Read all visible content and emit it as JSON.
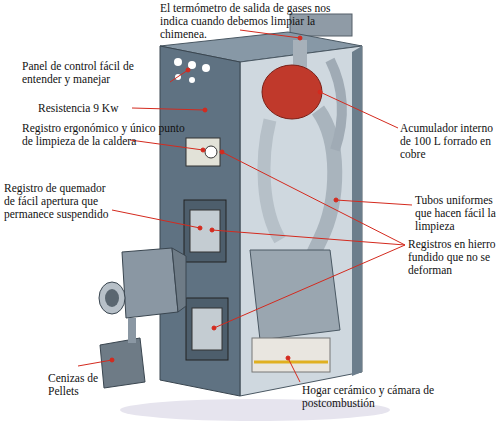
{
  "diagram": {
    "labels": [
      "El termómetro de salida de gases nos indica cuando debemos limpiar la chimenea.",
      "Panel de control fácil de entender y manejar",
      "Resistencia 9 Kw",
      "Registro ergonómico y único punto de limpieza de la caldera",
      "Acumulador interno de 100 L forrado en cobre",
      "Registro de quemador de fácil apertura que permanece suspendido",
      "Tubos uniformes que hacen fácil la limpieza",
      "Registros en hierro fundido que no se deforman",
      "Cenizas de Pellets",
      "Hogar cerámico y cámara de postcombustión"
    ]
  }
}
